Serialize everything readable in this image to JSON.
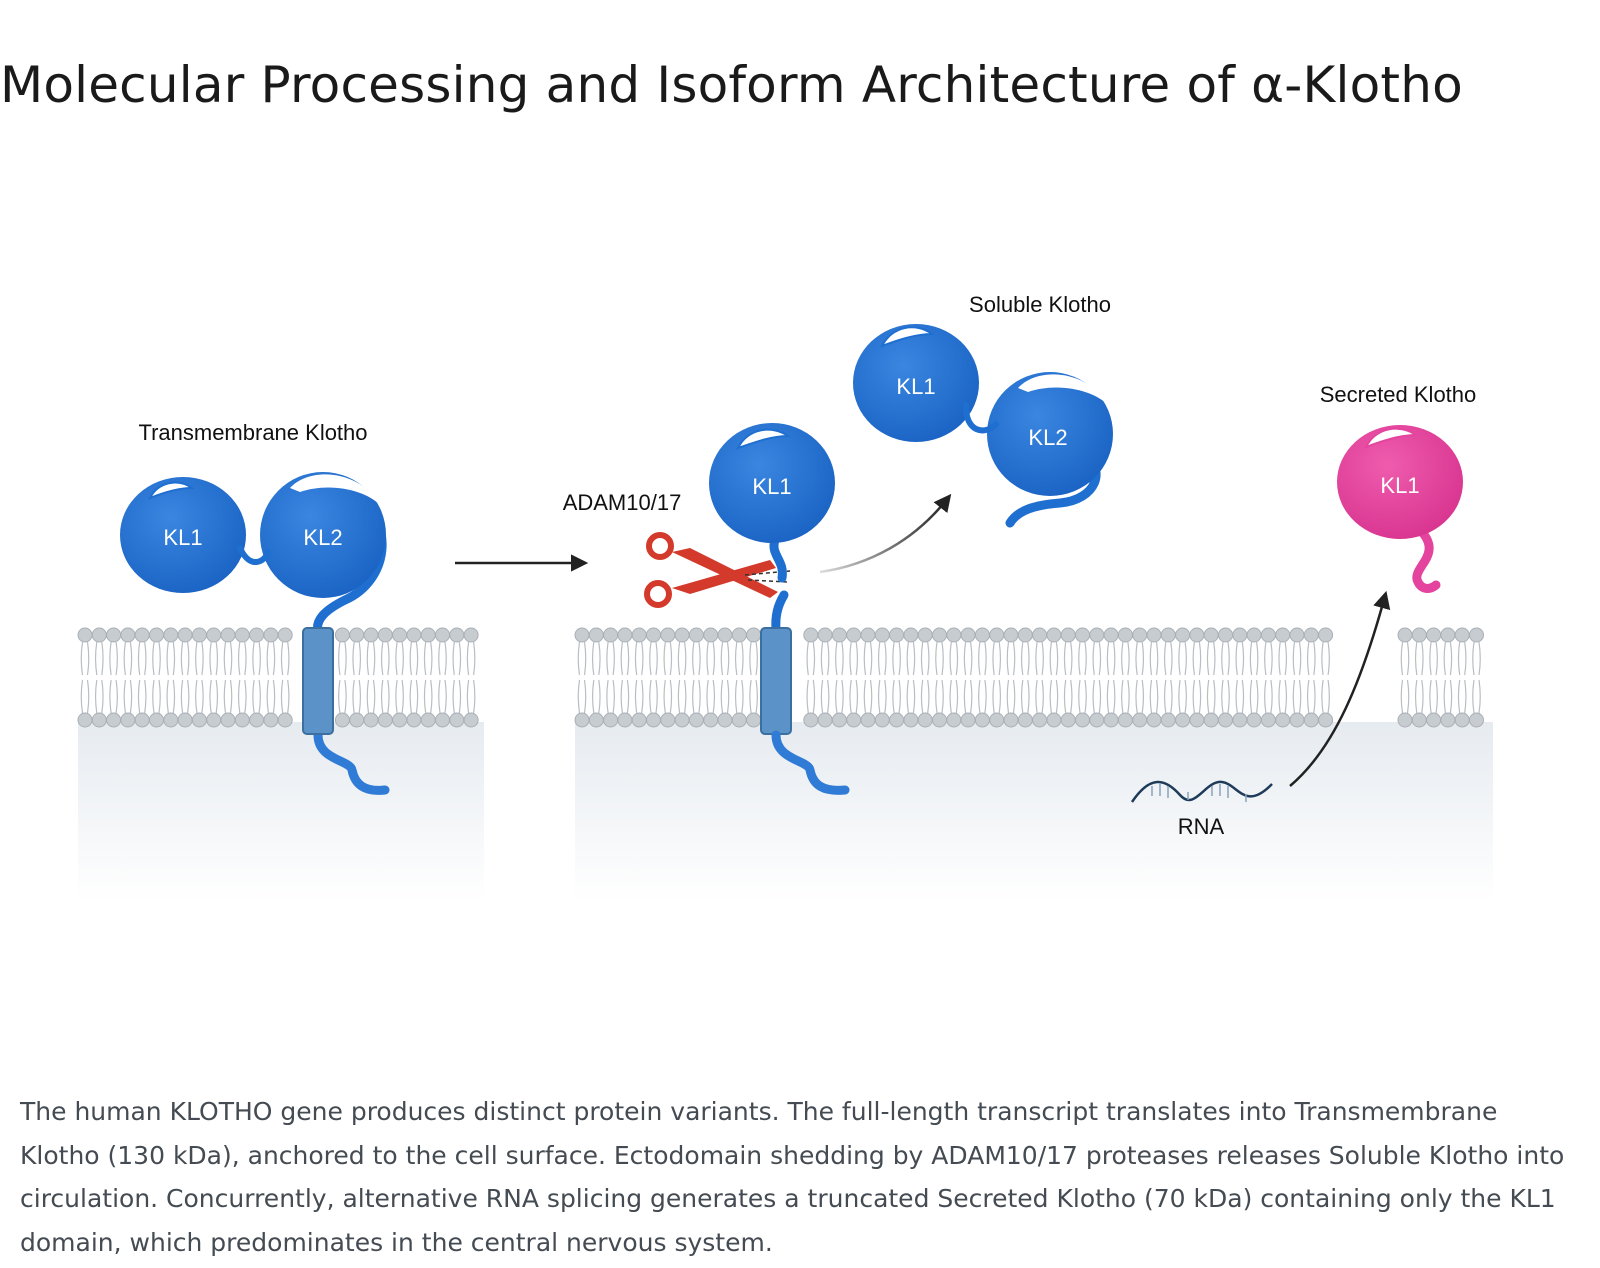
{
  "title": "Molecular Processing and Isoform Architecture of α-Klotho",
  "labels": {
    "transmembrane": "Transmembrane Klotho",
    "soluble": "Soluble Klotho",
    "secreted": "Secreted Klotho",
    "protease": "ADAM10/17",
    "rna": "RNA"
  },
  "domains": {
    "kl1": "KL1",
    "kl2": "KL2"
  },
  "colors": {
    "klotho_blue": "#1f6fd1",
    "secreted_pink": "#e4449e",
    "scissors_red": "#d33a2c",
    "tm_helix": "#5b93c8"
  },
  "caption": "The human KLOTHO gene produces distinct protein variants. The full-length transcript translates into Transmembrane Klotho (130 kDa), anchored to the cell surface. Ectodomain shedding by ADAM10/17 proteases releases Soluble Klotho into circulation. Concurrently, alternative RNA splicing generates a truncated Secreted Klotho (70 kDa) containing only the KL1 domain, which predominates in the central nervous system."
}
